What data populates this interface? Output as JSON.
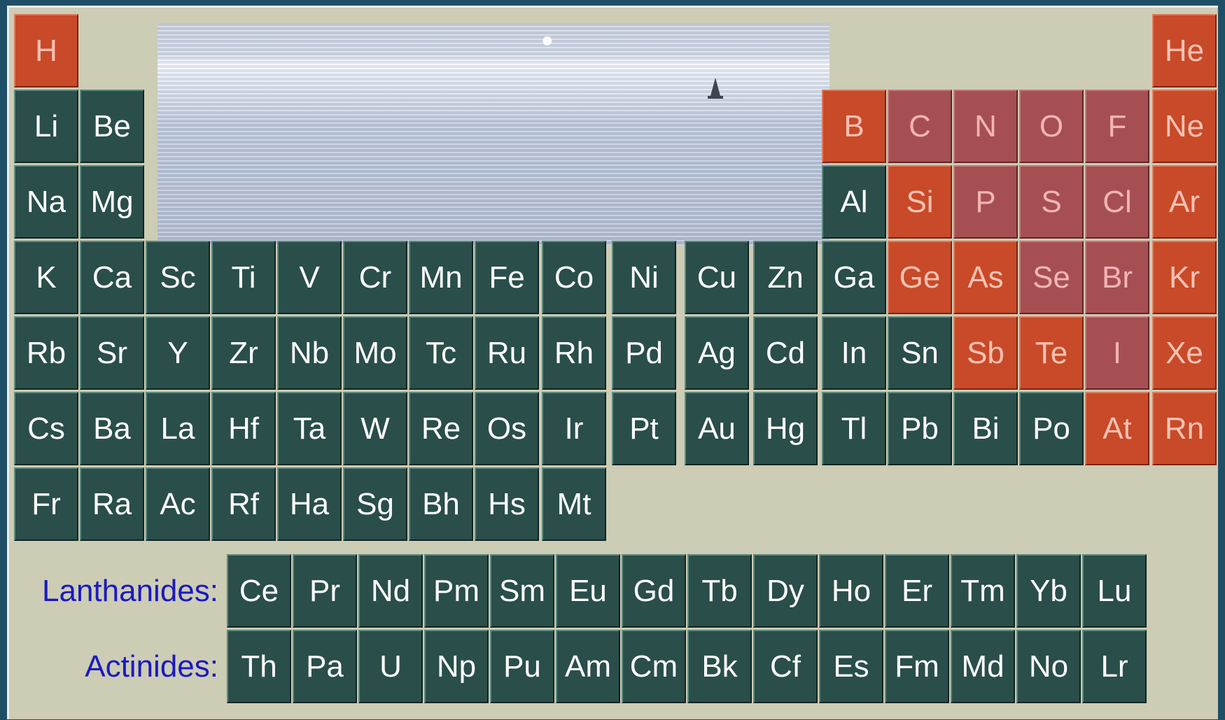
{
  "photo": {
    "icon": "sailboat-icon"
  },
  "colors": {
    "transition": "#2a4e4a",
    "group_red": "#c84a28",
    "group_rose": "#a64f52",
    "label_blue": "#1a1ac0"
  },
  "elements": [
    {
      "symbol": "H",
      "row": 1,
      "col": 1,
      "style": "r"
    },
    {
      "symbol": "He",
      "row": 1,
      "col": 18,
      "style": "r"
    },
    {
      "symbol": "Li",
      "row": 2,
      "col": 1,
      "style": "t"
    },
    {
      "symbol": "Be",
      "row": 2,
      "col": 2,
      "style": "t"
    },
    {
      "symbol": "B",
      "row": 2,
      "col": 13,
      "style": "r"
    },
    {
      "symbol": "C",
      "row": 2,
      "col": 14,
      "style": "m"
    },
    {
      "symbol": "N",
      "row": 2,
      "col": 15,
      "style": "m"
    },
    {
      "symbol": "O",
      "row": 2,
      "col": 16,
      "style": "m"
    },
    {
      "symbol": "F",
      "row": 2,
      "col": 17,
      "style": "m"
    },
    {
      "symbol": "Ne",
      "row": 2,
      "col": 18,
      "style": "r"
    },
    {
      "symbol": "Na",
      "row": 3,
      "col": 1,
      "style": "t"
    },
    {
      "symbol": "Mg",
      "row": 3,
      "col": 2,
      "style": "t"
    },
    {
      "symbol": "Al",
      "row": 3,
      "col": 13,
      "style": "t"
    },
    {
      "symbol": "Si",
      "row": 3,
      "col": 14,
      "style": "r"
    },
    {
      "symbol": "P",
      "row": 3,
      "col": 15,
      "style": "m"
    },
    {
      "symbol": "S",
      "row": 3,
      "col": 16,
      "style": "m"
    },
    {
      "symbol": "Cl",
      "row": 3,
      "col": 17,
      "style": "m"
    },
    {
      "symbol": "Ar",
      "row": 3,
      "col": 18,
      "style": "r"
    },
    {
      "symbol": "K",
      "row": 4,
      "col": 1,
      "style": "t"
    },
    {
      "symbol": "Ca",
      "row": 4,
      "col": 2,
      "style": "t"
    },
    {
      "symbol": "Sc",
      "row": 4,
      "col": 3,
      "style": "t"
    },
    {
      "symbol": "Ti",
      "row": 4,
      "col": 4,
      "style": "t"
    },
    {
      "symbol": "V",
      "row": 4,
      "col": 5,
      "style": "t"
    },
    {
      "symbol": "Cr",
      "row": 4,
      "col": 6,
      "style": "t"
    },
    {
      "symbol": "Mn",
      "row": 4,
      "col": 7,
      "style": "t"
    },
    {
      "symbol": "Fe",
      "row": 4,
      "col": 8,
      "style": "t"
    },
    {
      "symbol": "Co",
      "row": 4,
      "col": 9,
      "style": "t"
    },
    {
      "symbol": "Ni",
      "row": 4,
      "col": 10,
      "style": "t"
    },
    {
      "symbol": "Cu",
      "row": 4,
      "col": 11,
      "style": "t"
    },
    {
      "symbol": "Zn",
      "row": 4,
      "col": 12,
      "style": "t"
    },
    {
      "symbol": "Ga",
      "row": 4,
      "col": 13,
      "style": "t"
    },
    {
      "symbol": "Ge",
      "row": 4,
      "col": 14,
      "style": "r"
    },
    {
      "symbol": "As",
      "row": 4,
      "col": 15,
      "style": "r"
    },
    {
      "symbol": "Se",
      "row": 4,
      "col": 16,
      "style": "m"
    },
    {
      "symbol": "Br",
      "row": 4,
      "col": 17,
      "style": "m"
    },
    {
      "symbol": "Kr",
      "row": 4,
      "col": 18,
      "style": "r"
    },
    {
      "symbol": "Rb",
      "row": 5,
      "col": 1,
      "style": "t"
    },
    {
      "symbol": "Sr",
      "row": 5,
      "col": 2,
      "style": "t"
    },
    {
      "symbol": "Y",
      "row": 5,
      "col": 3,
      "style": "t"
    },
    {
      "symbol": "Zr",
      "row": 5,
      "col": 4,
      "style": "t"
    },
    {
      "symbol": "Nb",
      "row": 5,
      "col": 5,
      "style": "t"
    },
    {
      "symbol": "Mo",
      "row": 5,
      "col": 6,
      "style": "t"
    },
    {
      "symbol": "Tc",
      "row": 5,
      "col": 7,
      "style": "t"
    },
    {
      "symbol": "Ru",
      "row": 5,
      "col": 8,
      "style": "t"
    },
    {
      "symbol": "Rh",
      "row": 5,
      "col": 9,
      "style": "t"
    },
    {
      "symbol": "Pd",
      "row": 5,
      "col": 10,
      "style": "t"
    },
    {
      "symbol": "Ag",
      "row": 5,
      "col": 11,
      "style": "t"
    },
    {
      "symbol": "Cd",
      "row": 5,
      "col": 12,
      "style": "t"
    },
    {
      "symbol": "In",
      "row": 5,
      "col": 13,
      "style": "t"
    },
    {
      "symbol": "Sn",
      "row": 5,
      "col": 14,
      "style": "t"
    },
    {
      "symbol": "Sb",
      "row": 5,
      "col": 15,
      "style": "r"
    },
    {
      "symbol": "Te",
      "row": 5,
      "col": 16,
      "style": "r"
    },
    {
      "symbol": "I",
      "row": 5,
      "col": 17,
      "style": "m"
    },
    {
      "symbol": "Xe",
      "row": 5,
      "col": 18,
      "style": "r"
    },
    {
      "symbol": "Cs",
      "row": 6,
      "col": 1,
      "style": "t"
    },
    {
      "symbol": "Ba",
      "row": 6,
      "col": 2,
      "style": "t"
    },
    {
      "symbol": "La",
      "row": 6,
      "col": 3,
      "style": "t"
    },
    {
      "symbol": "Hf",
      "row": 6,
      "col": 4,
      "style": "t"
    },
    {
      "symbol": "Ta",
      "row": 6,
      "col": 5,
      "style": "t"
    },
    {
      "symbol": "W",
      "row": 6,
      "col": 6,
      "style": "t"
    },
    {
      "symbol": "Re",
      "row": 6,
      "col": 7,
      "style": "t"
    },
    {
      "symbol": "Os",
      "row": 6,
      "col": 8,
      "style": "t"
    },
    {
      "symbol": "Ir",
      "row": 6,
      "col": 9,
      "style": "t"
    },
    {
      "symbol": "Pt",
      "row": 6,
      "col": 10,
      "style": "t"
    },
    {
      "symbol": "Au",
      "row": 6,
      "col": 11,
      "style": "t"
    },
    {
      "symbol": "Hg",
      "row": 6,
      "col": 12,
      "style": "t"
    },
    {
      "symbol": "Tl",
      "row": 6,
      "col": 13,
      "style": "t"
    },
    {
      "symbol": "Pb",
      "row": 6,
      "col": 14,
      "style": "t"
    },
    {
      "symbol": "Bi",
      "row": 6,
      "col": 15,
      "style": "t"
    },
    {
      "symbol": "Po",
      "row": 6,
      "col": 16,
      "style": "t"
    },
    {
      "symbol": "At",
      "row": 6,
      "col": 17,
      "style": "r"
    },
    {
      "symbol": "Rn",
      "row": 6,
      "col": 18,
      "style": "r"
    },
    {
      "symbol": "Fr",
      "row": 7,
      "col": 1,
      "style": "t"
    },
    {
      "symbol": "Ra",
      "row": 7,
      "col": 2,
      "style": "t"
    },
    {
      "symbol": "Ac",
      "row": 7,
      "col": 3,
      "style": "t"
    },
    {
      "symbol": "Rf",
      "row": 7,
      "col": 4,
      "style": "t"
    },
    {
      "symbol": "Ha",
      "row": 7,
      "col": 5,
      "style": "t"
    },
    {
      "symbol": "Sg",
      "row": 7,
      "col": 6,
      "style": "t"
    },
    {
      "symbol": "Bh",
      "row": 7,
      "col": 7,
      "style": "t"
    },
    {
      "symbol": "Hs",
      "row": 7,
      "col": 8,
      "style": "t"
    },
    {
      "symbol": "Mt",
      "row": 7,
      "col": 9,
      "style": "t"
    }
  ],
  "series": [
    {
      "label": "Lanthanides:",
      "symbols": [
        "Ce",
        "Pr",
        "Nd",
        "Pm",
        "Sm",
        "Eu",
        "Gd",
        "Tb",
        "Dy",
        "Ho",
        "Er",
        "Tm",
        "Yb",
        "Lu"
      ]
    },
    {
      "label": "Actinides:",
      "symbols": [
        "Th",
        "Pa",
        "U",
        "Np",
        "Pu",
        "Am",
        "Cm",
        "Bk",
        "Cf",
        "Es",
        "Fm",
        "Md",
        "No",
        "Lr"
      ]
    }
  ]
}
